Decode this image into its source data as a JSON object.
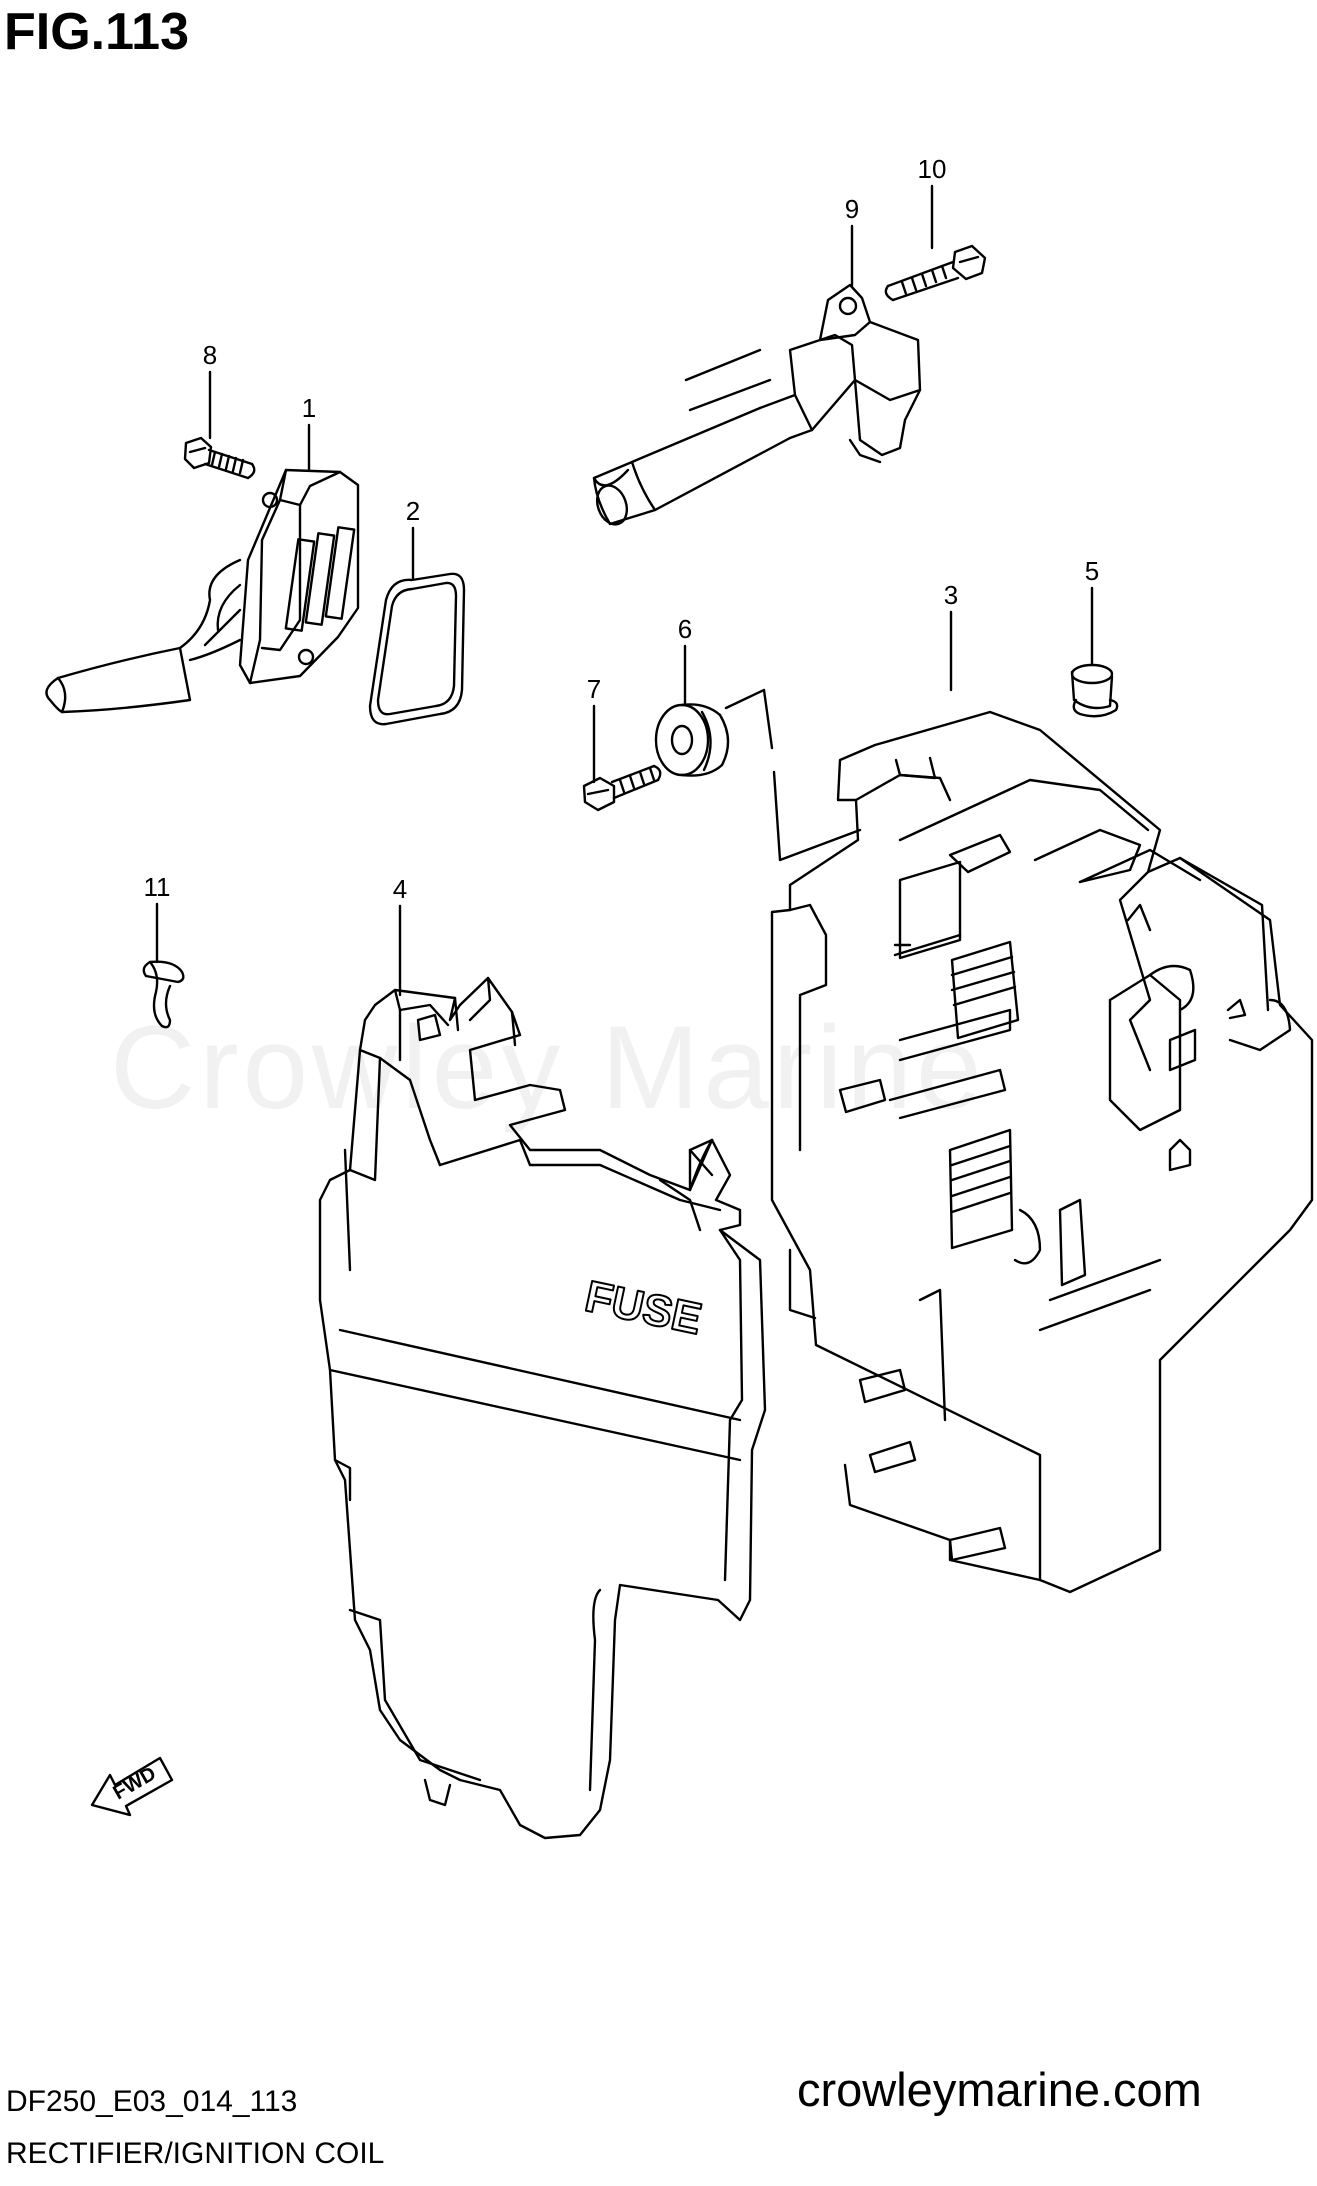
{
  "figure": {
    "title": "FIG.113",
    "code": "DF250_E03_014_113",
    "name": "RECTIFIER/IGNITION COIL",
    "website": "crowleymarine.com",
    "watermark": "Crowley Marine"
  },
  "callouts": [
    "1",
    "2",
    "3",
    "4",
    "5",
    "6",
    "7",
    "8",
    "9",
    "10",
    "11"
  ],
  "fuse_label": "FUSE",
  "fwd_label": "FWD"
}
